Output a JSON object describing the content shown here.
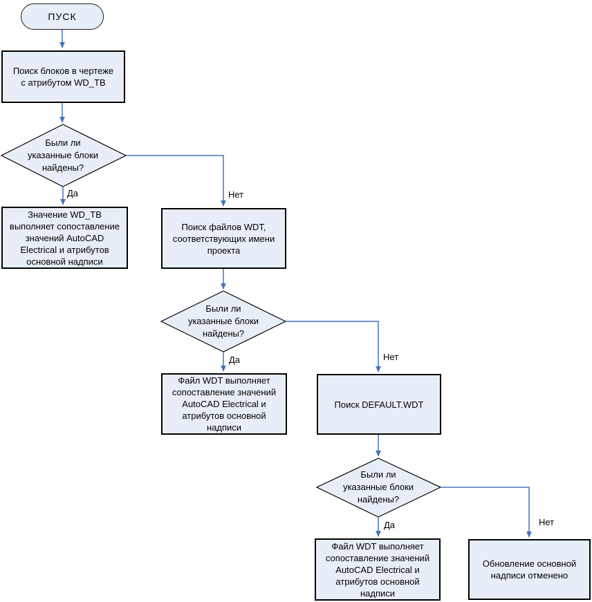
{
  "diagram": {
    "type": "flowchart",
    "language": "ru",
    "colors": {
      "node_fill": "#e8eef7",
      "node_border": "#000000",
      "connector": "#4573b9",
      "text": "#000000",
      "background": "#ffffff"
    },
    "nodes": {
      "start": {
        "shape": "terminator",
        "label": "ПУСК"
      },
      "search_blocks": {
        "shape": "process",
        "label": "Поиск блоков в чертеже\nс атрибутом WD_TB"
      },
      "decision1": {
        "shape": "decision",
        "label": "Были ли\nуказанные блоки\nнайдены?"
      },
      "value_wdtb": {
        "shape": "process",
        "label": "Значение WD_TB\nвыполняет сопоставление\nзначений AutoCAD\nElectrical и атрибутов\nосновной надписи"
      },
      "search_wdt_files": {
        "shape": "process",
        "label": "Поиск файлов WDT,\nсоответствующих имени\nпроекта"
      },
      "decision2": {
        "shape": "decision",
        "label": "Были ли\nуказанные блоки\nнайдены?"
      },
      "wdt_maps_1": {
        "shape": "process",
        "label": "Файл WDT выполняет\nсопоставление значений\nAutoCAD Electrical и\nатрибутов основной\nнадписи"
      },
      "search_default_wdt": {
        "shape": "process",
        "label": "Поиск DEFAULT.WDT"
      },
      "decision3": {
        "shape": "decision",
        "label": "Были ли\nуказанные блоки\nнайдены?"
      },
      "wdt_maps_2": {
        "shape": "process",
        "label": "Файл WDT выполняет\nсопоставление значений\nAutoCAD Electrical и\nатрибутов основной\nнадписи"
      },
      "update_cancelled": {
        "shape": "process",
        "label": "Обновление основной\nнадписи отменено"
      }
    },
    "edge_labels": {
      "yes1": "Да",
      "no1": "Нет",
      "yes2": "Да",
      "no2": "Нет",
      "yes3": "Да",
      "no3": "Нет"
    }
  }
}
